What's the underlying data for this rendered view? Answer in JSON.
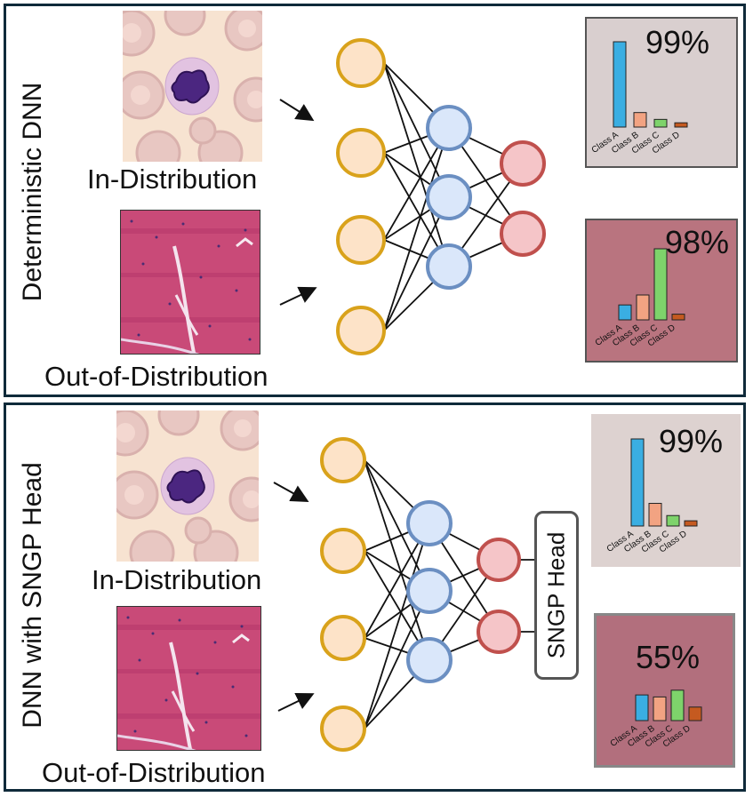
{
  "panels": {
    "top": {
      "side_label": "Deterministic DNN",
      "in_label": "In-Distribution",
      "ood_label": "Out-of-Distribution",
      "in_result": {
        "percent": "99%",
        "classes": [
          "Class A",
          "Class B",
          "Class C",
          "Class D"
        ],
        "values": [
          1.0,
          0.17,
          0.09,
          0.05
        ]
      },
      "ood_result": {
        "percent": "98%",
        "classes": [
          "Class A",
          "Class B",
          "Class C",
          "Class D"
        ],
        "values": [
          0.21,
          0.35,
          1.0,
          0.08
        ]
      }
    },
    "bottom": {
      "side_label": "DNN with SNGP Head",
      "in_label": "In-Distribution",
      "ood_label": "Out-of-Distribution",
      "head_label": "SNGP Head",
      "in_result": {
        "percent": "99%",
        "classes": [
          "Class A",
          "Class B",
          "Class C",
          "Class D"
        ],
        "values": [
          1.0,
          0.26,
          0.12,
          0.06
        ]
      },
      "ood_result": {
        "percent": "55%",
        "classes": [
          "Class A",
          "Class B",
          "Class C",
          "Class D"
        ],
        "values": [
          0.76,
          0.7,
          0.9,
          0.4
        ]
      }
    }
  },
  "colors": {
    "input_fill": "#fde3c8",
    "input_stroke": "#d9a21b",
    "hidden_fill": "#dae7fa",
    "hidden_stroke": "#6b8fc2",
    "output_fill": "#f5c5c8",
    "output_stroke": "#c0504d",
    "bar_a": "#3aaee2",
    "bar_b": "#f2a382",
    "bar_c": "#7ed36b",
    "bar_d": "#c55a20"
  }
}
